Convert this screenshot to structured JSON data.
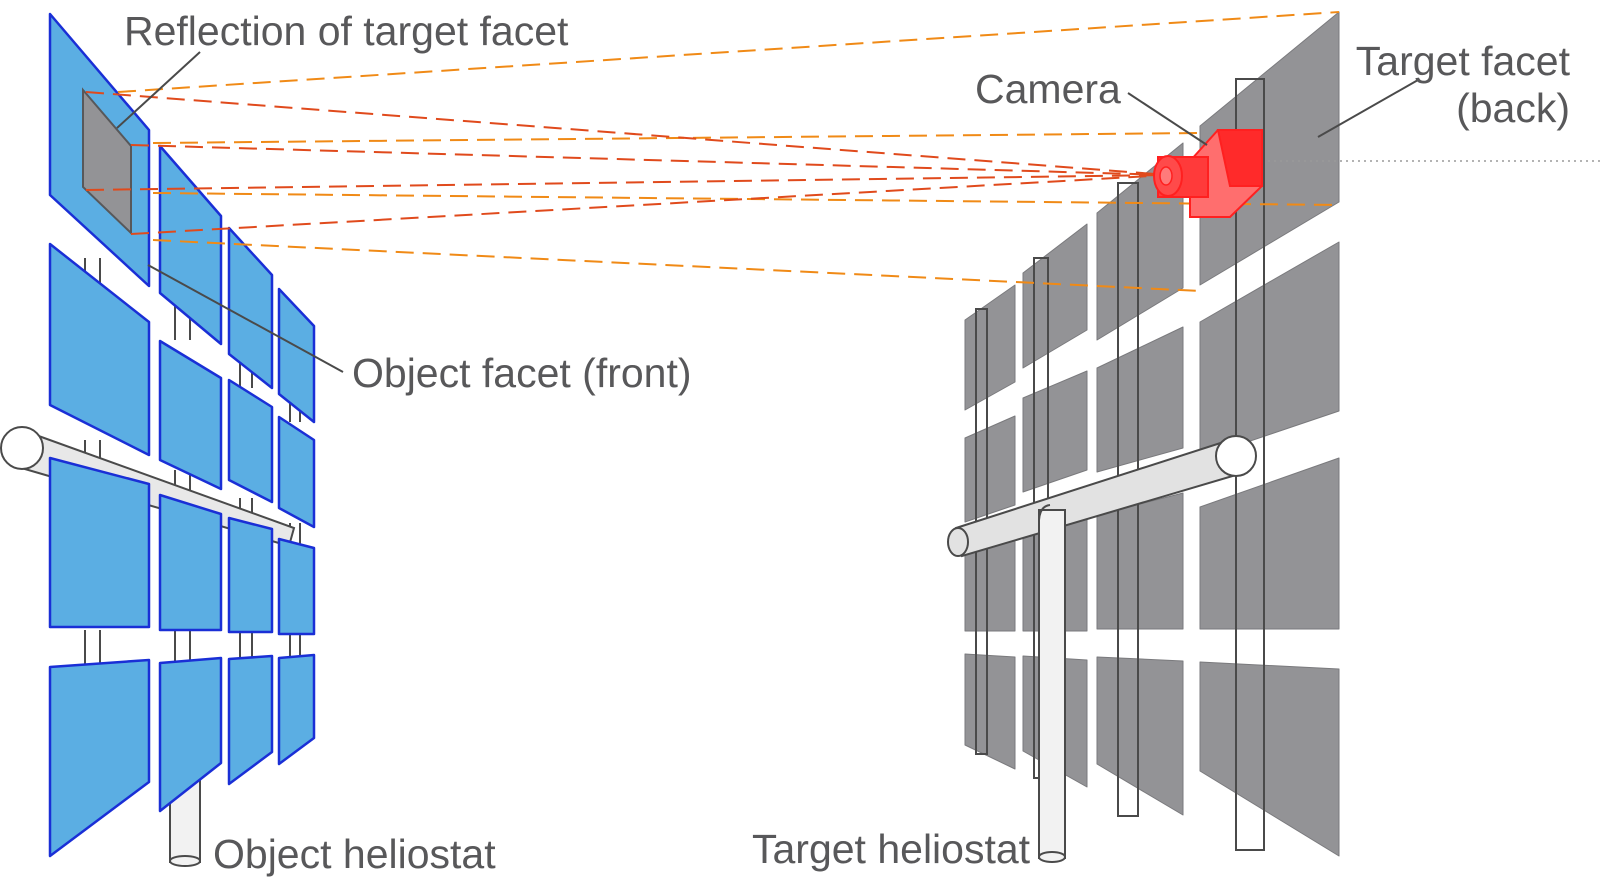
{
  "labels": {
    "reflection": "Reflection of target facet",
    "camera": "Camera",
    "target_facet_line1": "Target facet",
    "target_facet_line2": "(back)",
    "object_facet": "Object facet (front)",
    "object_heliostat": "Object heliostat",
    "target_heliostat": "Target heliostat"
  },
  "colors": {
    "object_facet_fill": "#5baee3",
    "object_facet_stroke": "#1a2fd6",
    "target_facet_fill": "#939396",
    "target_facet_stroke": "#58585a",
    "ray_orange": "#f08a16",
    "ray_red": "#e04a1c",
    "camera": "#ff2020",
    "structure": "#4a4a4a",
    "label_text": "#58585a"
  }
}
